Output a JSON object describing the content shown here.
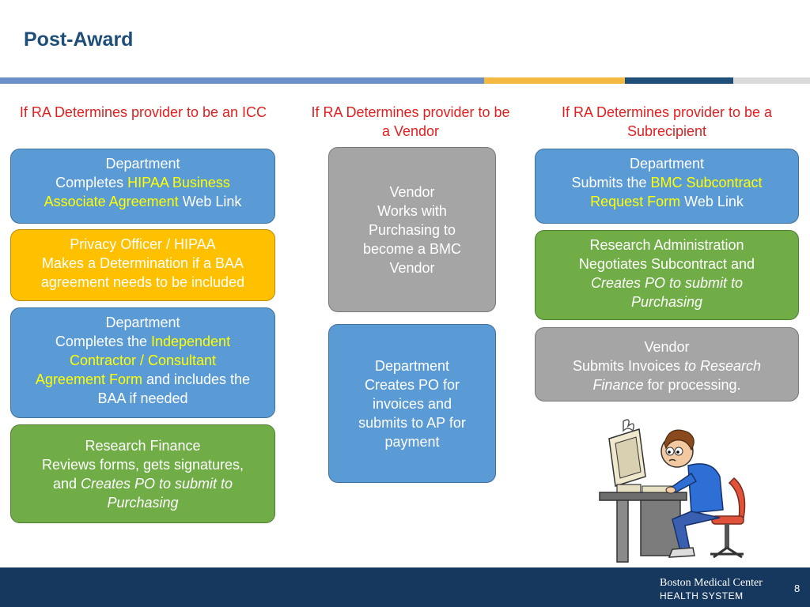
{
  "title": "Post-Award",
  "colors": {
    "title": "#1f4e79",
    "heading": "#e02020",
    "highlight": "#ffff00",
    "blue": "#5b9bd5",
    "gold": "#ffc000",
    "green": "#70ad47",
    "gray": "#a5a5a5",
    "footer": "#16385f"
  },
  "columns": [
    {
      "heading": "If RA Determines provider to be an ICC"
    },
    {
      "heading": "If RA Determines provider to be a Vendor"
    },
    {
      "heading": "If RA Determines provider to be a Subrecipient"
    }
  ],
  "icc": {
    "b1": {
      "l1": "Department",
      "l2a": "Completes ",
      "l2b": "HIPAA Business",
      "l3a": "Associate Agreement",
      "l3b": " Web Link"
    },
    "b2": {
      "l1": "Privacy Officer / HIPAA",
      "l2": "Makes a Determination if a BAA",
      "l3": "agreement needs to be included"
    },
    "b3": {
      "l1": "Department",
      "l2a": "Completes the ",
      "l2b": "Independent",
      "l3": "Contractor / Consultant",
      "l4a": "Agreement Form",
      "l4b": " and includes the",
      "l5": "BAA if needed"
    },
    "b4": {
      "l1": "Research Finance",
      "l2": "Reviews forms, gets signatures,",
      "l3a": "and ",
      "l3b": "Creates PO to submit to",
      "l4": "Purchasing"
    }
  },
  "vendor": {
    "b1": {
      "l1": "Vendor",
      "l2": "Works with",
      "l3": "Purchasing to",
      "l4": "become a BMC",
      "l5": "Vendor"
    },
    "b2": {
      "l1": "Department",
      "l2": "Creates PO for",
      "l3": "invoices and",
      "l4": "submits to AP for",
      "l5": "payment"
    }
  },
  "sub": {
    "b1": {
      "l1": "Department",
      "l2a": "Submits the ",
      "l2b": "BMC Subcontract",
      "l3a": "Request Form",
      "l3b": " Web Link"
    },
    "b2": {
      "l1": "Research Administration",
      "l2": "Negotiates Subcontract and",
      "l3": "Creates PO to submit to",
      "l4": "Purchasing"
    },
    "b3": {
      "l1": "Vendor",
      "l2a": "Submits Invoices ",
      "l2b": "to Research",
      "l3a": "Finance",
      "l3b": " for processing."
    }
  },
  "footer": {
    "logo_line1": "Boston Medical Center",
    "logo_line2": "HEALTH SYSTEM",
    "page": "8"
  }
}
